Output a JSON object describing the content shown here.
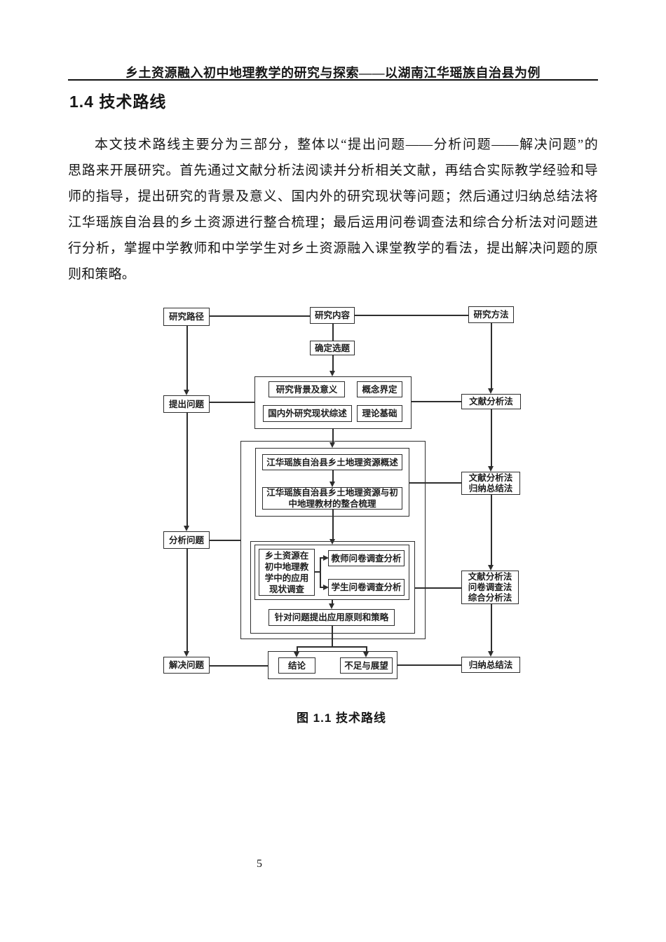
{
  "doc": {
    "header": "乡土资源融入初中地理教学的研究与探索——以湖南江华瑶族自治县为例",
    "section_title": "1.4 技术路线",
    "paragraph_lines": [
      "本文技术路线主要分为三部分，整体以“提出问题——分析问题——解决问题”的",
      "思路来开展研究。首先通过文献分析法阅读并分析相关文献，再结合实际教学经验和导",
      "师的指导，提出研究的背景及意义、国内外的研究现状等问题；然后通过归纳总结法将",
      "江华瑶族自治县的乡土资源进行整合梳理；最后运用问卷调查法和综合分析法对问题进",
      "行分析，掌握中学教师和中学学生对乡土资源融入课堂教学的看法，提出解决问题的原",
      "则和策略。"
    ],
    "figure_caption": "图 1.1  技术路线",
    "page_number": "5"
  },
  "flowchart": {
    "nodes": {
      "research_path": "研究路径",
      "research_content": "研究内容",
      "research_method": "研究方法",
      "topic_selection": "确定选题",
      "raise_problem": "提出问题",
      "literature_analysis": "文献分析法",
      "background_significance": "研究背景及意义",
      "concept_definition": "概念界定",
      "domestic_review": "国内外研究现状综述",
      "theory_basis": "理论基础",
      "resource_overview": "江华瑶族自治县乡土地理资源概述",
      "integration": "江华瑶族自治县乡土地理资源与初\n中地理教材的整合梳理",
      "lit_induction": "文献分析法\n归纳总结法",
      "analyze_problem": "分析问题",
      "application_survey": "乡土资源在\n初中地理教\n学中的应用\n现状调查",
      "teacher_survey": "教师问卷调查分析",
      "student_survey": "学生问卷调查分析",
      "lit_survey_comprehensive": "文献分析法\n问卷调查法\n综合分析法",
      "propose_principles": "针对问题提出应用原则和策略",
      "solve_problem": "解决问题",
      "conclusion": "结论",
      "deficiency_prospect": "不足与展望",
      "induction_summary": "归纳总结法"
    },
    "line_color": "#2e2e2e"
  }
}
